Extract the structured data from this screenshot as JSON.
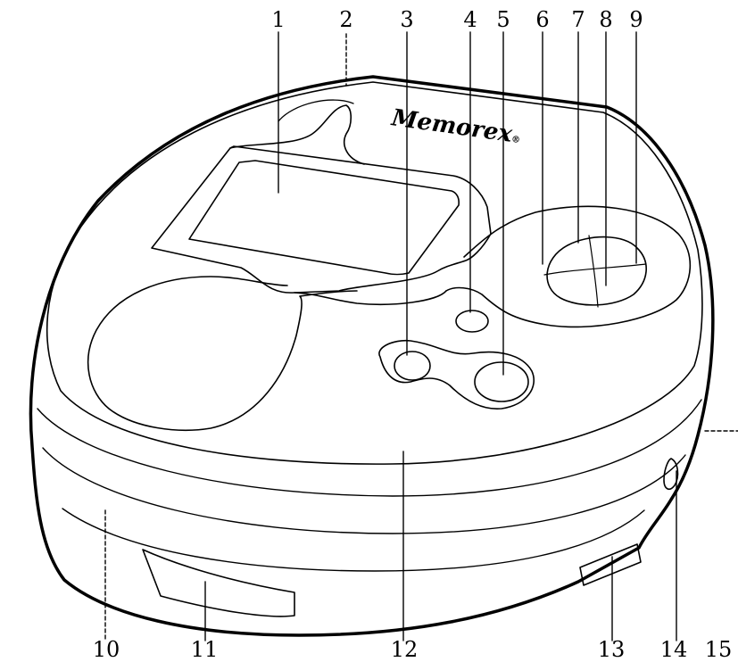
{
  "brand": {
    "logo_text": "Memorex",
    "registered_mark": "®"
  },
  "callouts": [
    "1",
    "2",
    "3",
    "4",
    "5",
    "6",
    "7",
    "8",
    "9",
    "10",
    "11",
    "12",
    "13",
    "14",
    "15"
  ],
  "colors": {
    "line": "#000000",
    "background": "#ffffff"
  }
}
